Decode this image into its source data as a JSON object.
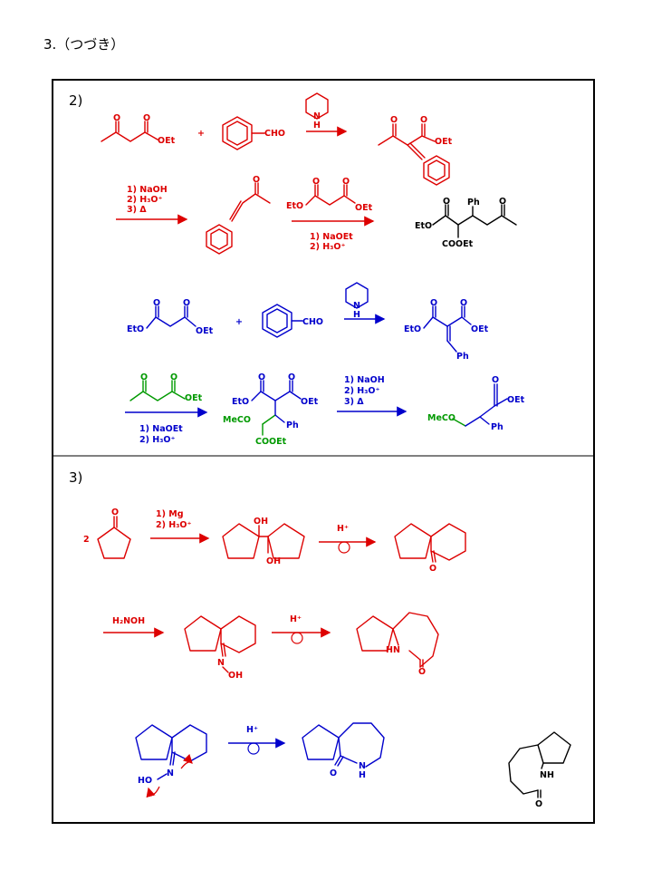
{
  "page_title": "3.（つづき）",
  "sections": {
    "s2": "2)",
    "s3": "3)"
  },
  "labels": {
    "oet": "OEt",
    "eto": "EtO",
    "o": "O",
    "cho": "CHO",
    "plus": "+",
    "n": "N",
    "h": "H",
    "ph": "Ph",
    "cooet": "COOEt",
    "meco": "MeCO",
    "oh": "OH",
    "ho": "HO",
    "hn": "HN",
    "nh": "NH",
    "two": "2",
    "hplus": "H⁺",
    "nh2oh": "H₂NOH"
  },
  "conditions": {
    "naoh": "1) NaOH",
    "h3o_2": "2) H₃O⁺",
    "heat_3": "3) Δ",
    "naoet": "1) NaOEt",
    "mg": "1) Mg"
  },
  "colors": {
    "red": "#dd0000",
    "blue": "#0000cc",
    "green": "#009900",
    "black": "#000000"
  }
}
